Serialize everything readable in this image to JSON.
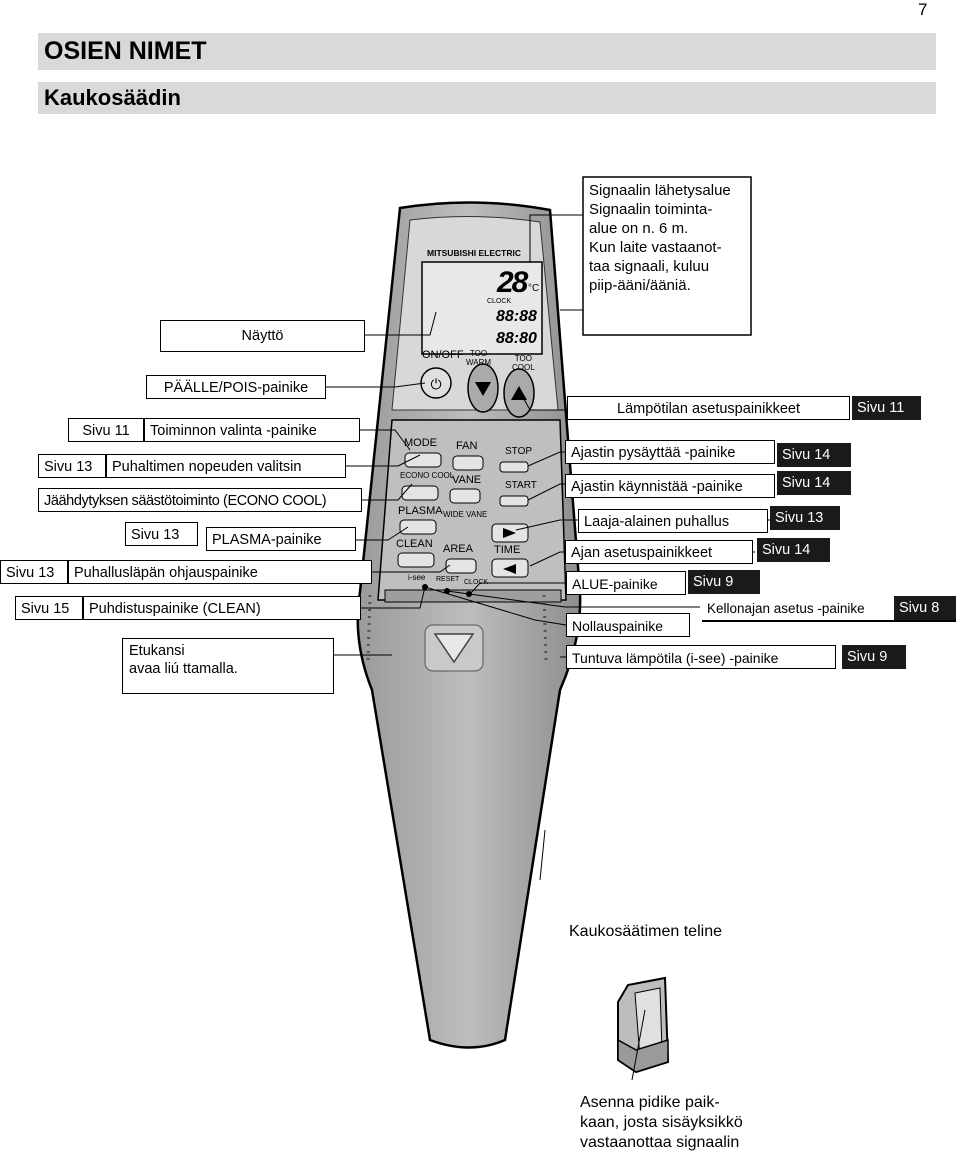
{
  "page": {
    "number": "7"
  },
  "headings": {
    "section": "OSIEN NIMET",
    "subsection": "Kaukosäädin"
  },
  "remote": {
    "brand": "MITSUBISHI ELECTRIC",
    "display": {
      "temp": "28",
      "unit": "°C",
      "clock": "CLOCK",
      "time1": "88:88",
      "time2": "88:80"
    },
    "buttons": {
      "on_off": "ON/OFF",
      "too_warm": "TOO\nWARM",
      "too_cool": "TOO\nCOOL",
      "mode": "MODE",
      "fan": "FAN",
      "stop": "STOP",
      "econo_cool": "ECONO COOL",
      "vane": "VANE",
      "start": "START",
      "plasma": "PLASMA",
      "wide_vane": "WIDE VANE",
      "clean": "CLEAN",
      "area": "AREA",
      "time": "TIME",
      "i_see": "i-see",
      "reset": "RESET",
      "clock": "CLOCK"
    }
  },
  "labels": {
    "signal": "Signaalin lähetysalue\nSignaalin toiminta-\nalue on n. 6 m.\nKun laite vastaanot-\ntaa signaali, kuluu\npiip-ääni/ääniä.",
    "display": "Näyttö",
    "on_off": "PÄÄLLE/POIS-painike",
    "mode": "Toiminnon valinta -painike",
    "fan": "Puhaltimen nopeuden valitsin",
    "econo": "Jäähdytyksen säästötoiminto (ECONO COOL)",
    "plasma": "PLASMA-painike",
    "vane": "Puhallusläpän ohjauspainike",
    "clean": "Puhdistuspainike (CLEAN)",
    "cover": "Etukansi\navaa liú ttamalla.",
    "temp_buttons": "Lämpötilan asetuspainikkeet",
    "timer_stop": "Ajastin pysäyttää -painike",
    "timer_start": "Ajastin käynnistää -painike",
    "wide_vane": "Laaja-alainen puhallus",
    "time_set": "Ajan  asetuspainikkeet",
    "area": "ALUE-painike",
    "clock_set": "Kellonajan asetus -painike",
    "reset": "Nollauspainike",
    "i_see": "Tuntuva lämpötila (i-see) -painike",
    "holder_title": "Kaukosäätimen teline",
    "holder_note": "Asenna pidike paik-\nkaan, josta sisäyksikkö\nvastaanottaa signaalin"
  },
  "refs": {
    "mode": "Sivu 11",
    "fan": "Sivu 13",
    "plasma": "Sivu 13",
    "vane": "Sivu 13",
    "clean": "Sivu 15",
    "temp": "Sivu 11",
    "timer_stop": "Sivu 14",
    "timer_start": "Sivu 14",
    "wide_vane": "Sivu 13",
    "time": "Sivu 14",
    "area": "Sivu 9",
    "clock": "Sivu 8",
    "i_see": "Sivu 9"
  }
}
